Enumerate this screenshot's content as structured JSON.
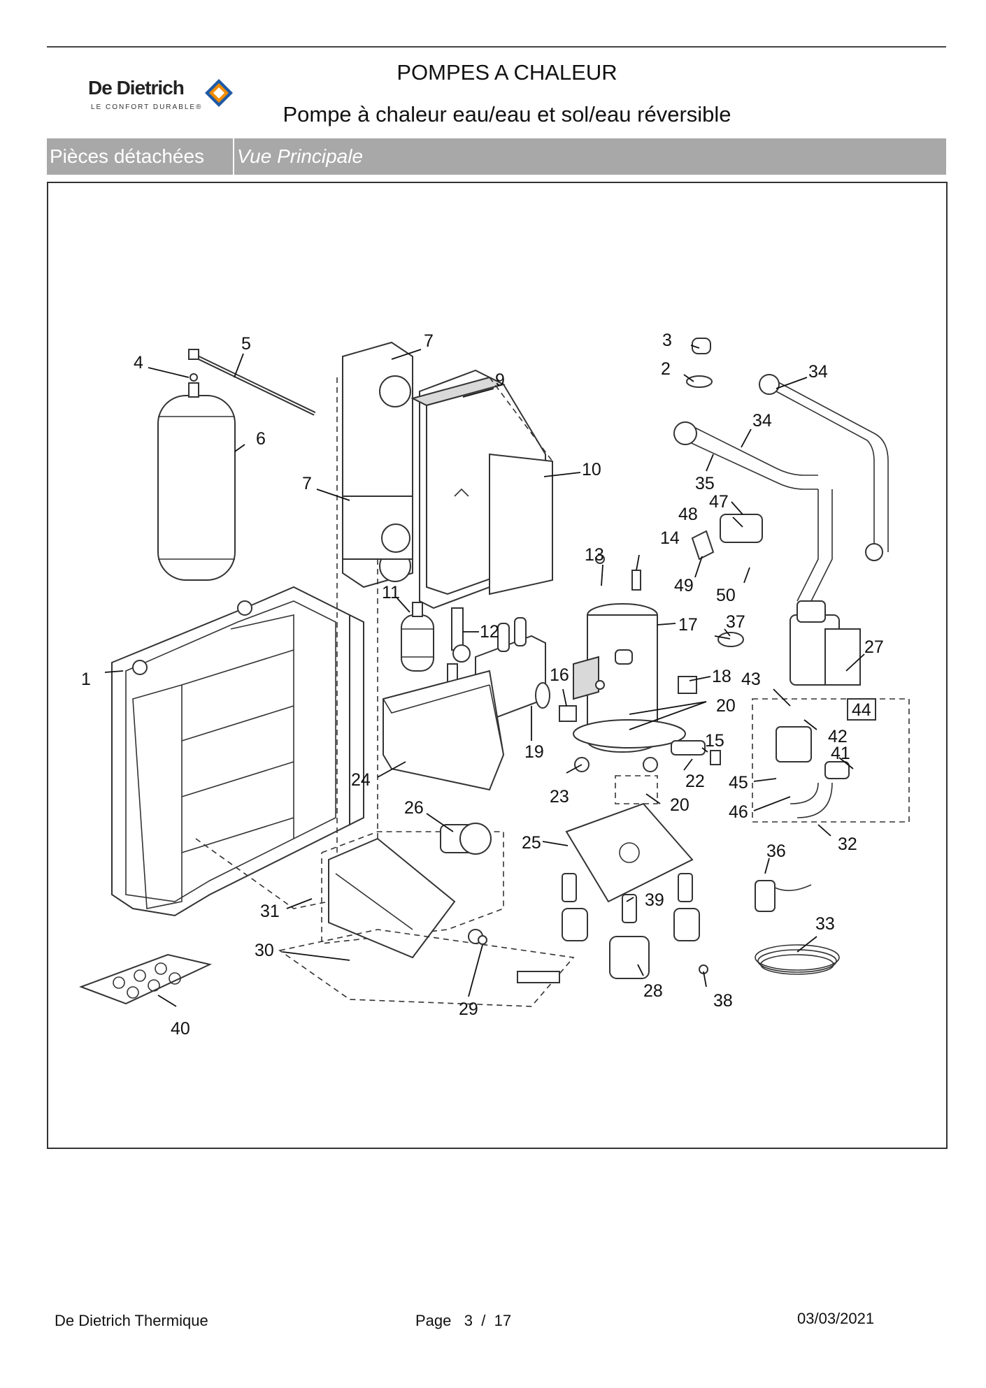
{
  "brand": {
    "name": "De Dietrich",
    "tagline": "LE CONFORT DURABLE®"
  },
  "header": {
    "title": "POMPES A CHALEUR",
    "subtitle": "Pompe à chaleur eau/eau et sol/eau réversible"
  },
  "section_bar": {
    "category": "Pièces détachées",
    "view": "Vue Principale"
  },
  "diagram": {
    "labels": [
      "1",
      "2",
      "3",
      "4",
      "5",
      "6",
      "7",
      "7",
      "9",
      "10",
      "11",
      "12",
      "13",
      "14",
      "15",
      "16",
      "17",
      "18",
      "19",
      "20",
      "20",
      "22",
      "23",
      "24",
      "25",
      "26",
      "27",
      "28",
      "29",
      "30",
      "31",
      "32",
      "33",
      "34",
      "34",
      "35",
      "36",
      "37",
      "38",
      "39",
      "40",
      "41",
      "42",
      "43",
      "44",
      "45",
      "46",
      "47",
      "48",
      "49",
      "50"
    ]
  },
  "footer": {
    "company": "De Dietrich Thermique",
    "page_label": "Page",
    "page_current": "3",
    "page_separator": "/",
    "page_total": "17",
    "date": "03/03/2021"
  },
  "colors": {
    "section_bar": "#a8a8a8",
    "logo_orange": "#f28c00",
    "logo_blue": "#1f5aa6"
  }
}
